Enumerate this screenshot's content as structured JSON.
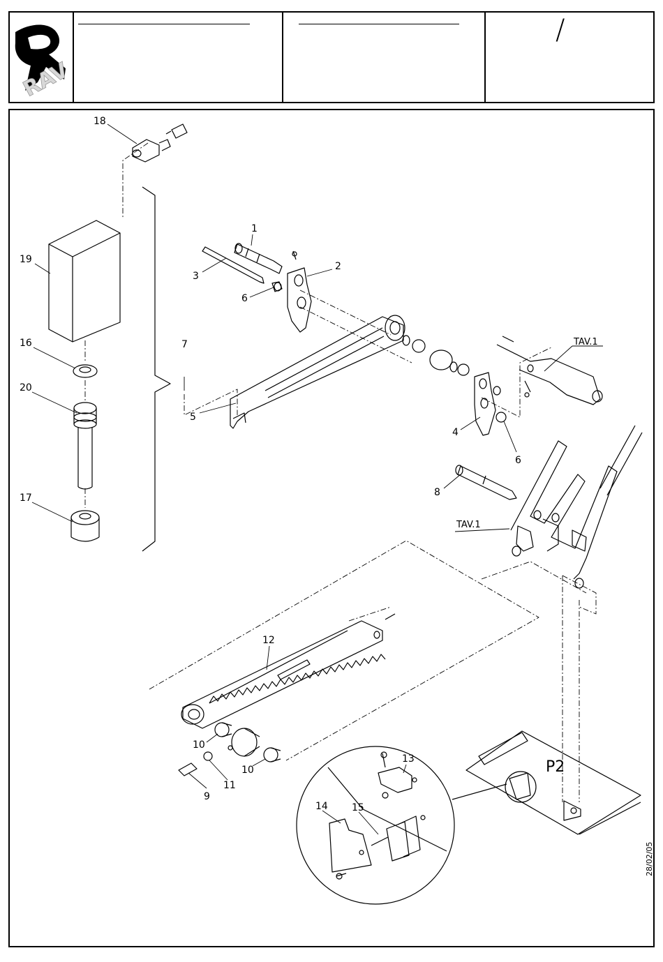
{
  "title_block": {
    "logo_text": "RAV",
    "field_1": "",
    "field_2": "",
    "revision_mark": "/"
  },
  "drawing": {
    "date": "28/02/05",
    "callouts": [
      "1",
      "2",
      "3",
      "4",
      "5",
      "6",
      "6",
      "7",
      "8",
      "9",
      "10",
      "10",
      "11",
      "12",
      "13",
      "14",
      "15",
      "16",
      "17",
      "18",
      "19",
      "20"
    ],
    "references": [
      "TAV.1",
      "TAV.1"
    ],
    "detail_label": "P2"
  }
}
